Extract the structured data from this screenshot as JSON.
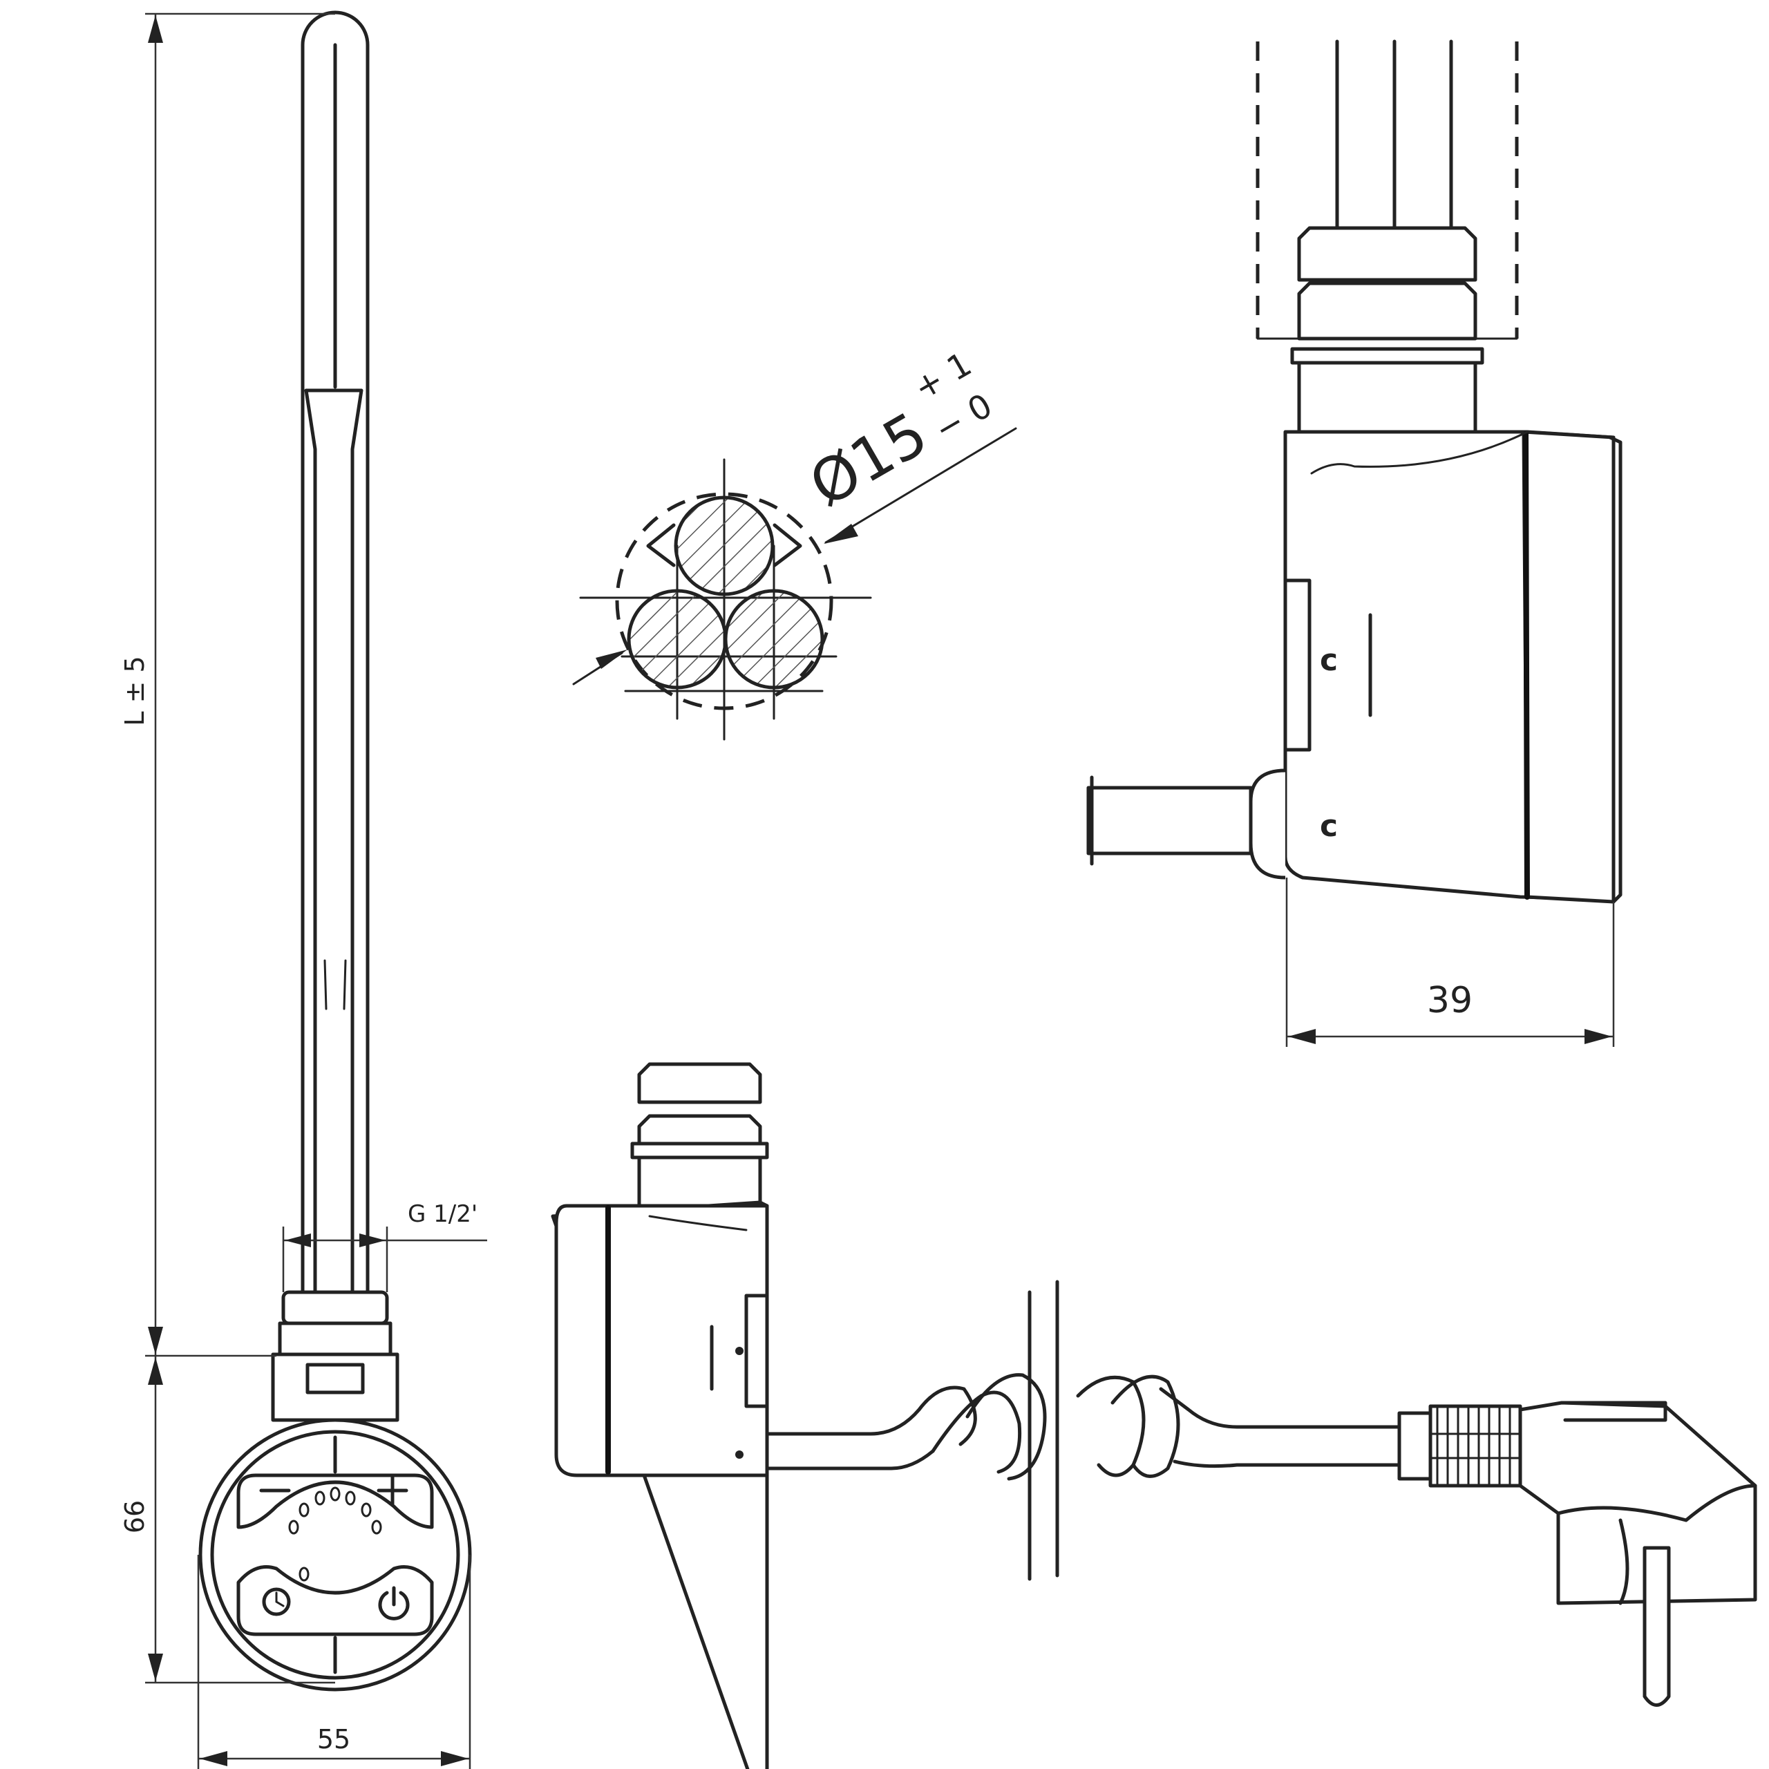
{
  "dimensions": {
    "length": "L ± 5",
    "height": "66",
    "width_front": "55",
    "thread": "G 1/2'",
    "width_side": "39",
    "diameter": "Ø15",
    "tol_plus": "+ 1",
    "tol_minus": "− 0"
  },
  "labels": {
    "c_upper": "c",
    "c_lower": "c"
  },
  "icons": [
    "minus-icon",
    "plus-icon",
    "timer-icon",
    "power-icon"
  ]
}
